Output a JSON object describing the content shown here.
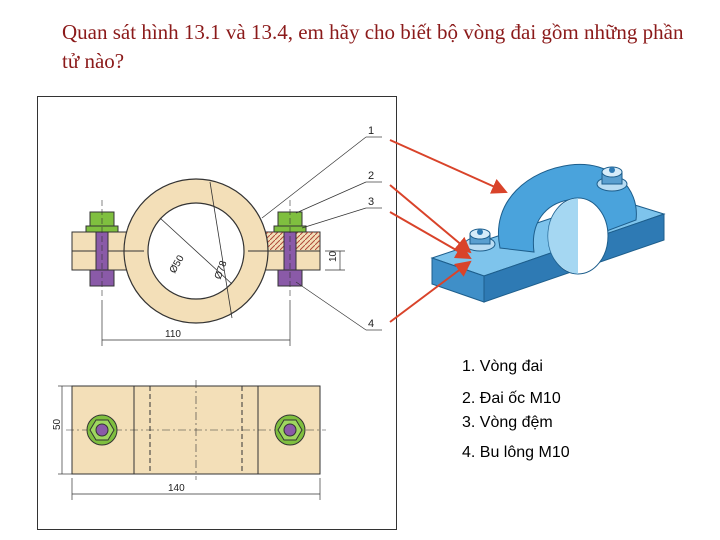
{
  "question": "Quan sát hình 13.1 và 13.4, em hãy cho biết bộ vòng đai gồm những phần tử nào?",
  "drawing": {
    "callouts": [
      "1",
      "2",
      "3",
      "4"
    ],
    "dimensions": {
      "inner_diameter": "Ø50",
      "outer_diameter": "Ø78",
      "flange_thickness": "10",
      "hole_spacing": "110",
      "plan_height": "50",
      "plan_length": "140"
    }
  },
  "legend": [
    "1. Vòng đai",
    "2. Đai ốc M10",
    "3. Vòng đệm",
    "4. Bu lông M10"
  ],
  "colors": {
    "question_text": "#8b1a1a",
    "part_fill": "#f3dfb8",
    "nut_green": "#7fbf3f",
    "bolt_purple": "#8a5aa8",
    "iso_blue": "#4aa3dc",
    "arrow": "#d9432a"
  }
}
